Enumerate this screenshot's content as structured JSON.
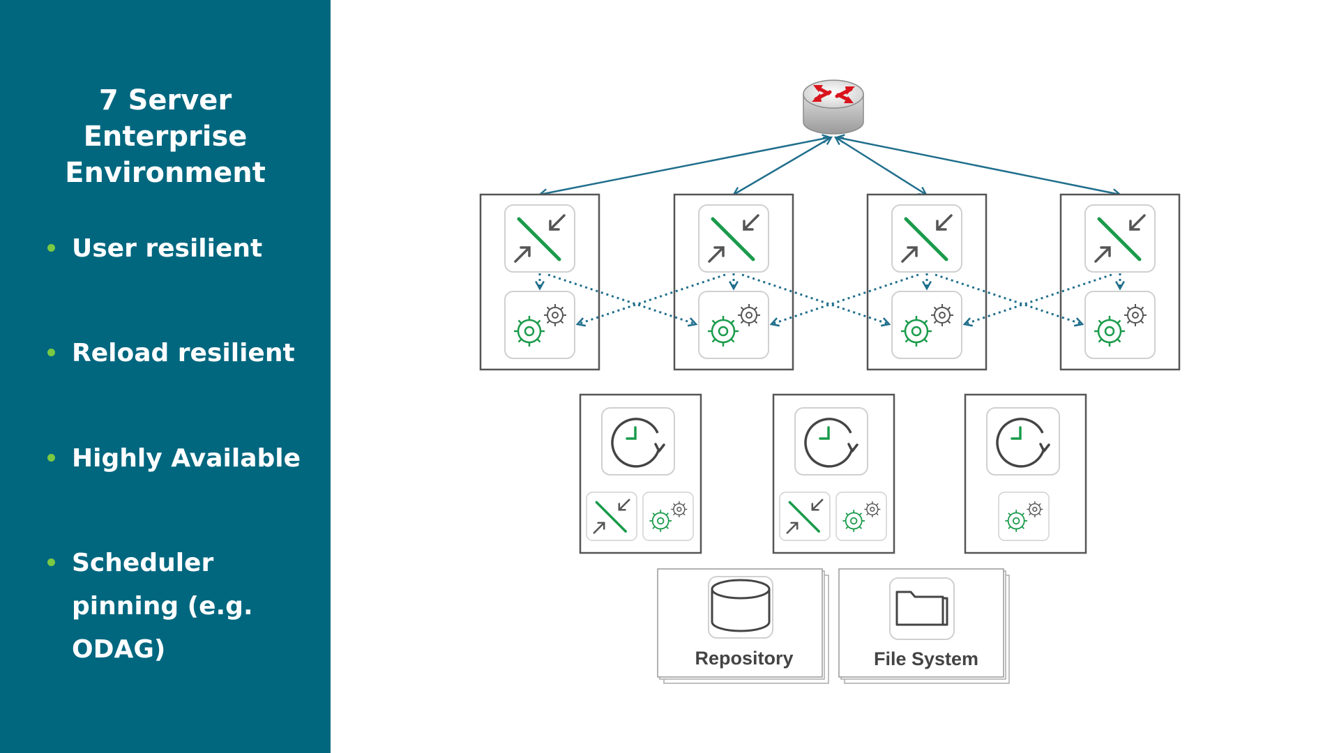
{
  "sidebar": {
    "title_lines": [
      "7 Server",
      "Enterprise",
      "Environment"
    ],
    "bullets": [
      {
        "text": "User resilient"
      },
      {
        "text": "Reload resilient"
      },
      {
        "text": "Highly Available"
      },
      {
        "text": "Scheduler pinning (e.g. ODAG)"
      }
    ]
  },
  "diagram": {
    "storage": [
      {
        "label": "Repository"
      },
      {
        "label": "File System"
      }
    ]
  },
  "colors": {
    "sidebar_bg": "#00677f",
    "bullet_dot": "#7ac943",
    "connector": "#1f6e8c",
    "green_icon": "#1a9b4b",
    "router_arrow": "#d9141c"
  },
  "icons": [
    "router-icon",
    "proxy-icon",
    "engine-icon",
    "scheduler-icon",
    "database-icon",
    "folder-icon"
  ]
}
